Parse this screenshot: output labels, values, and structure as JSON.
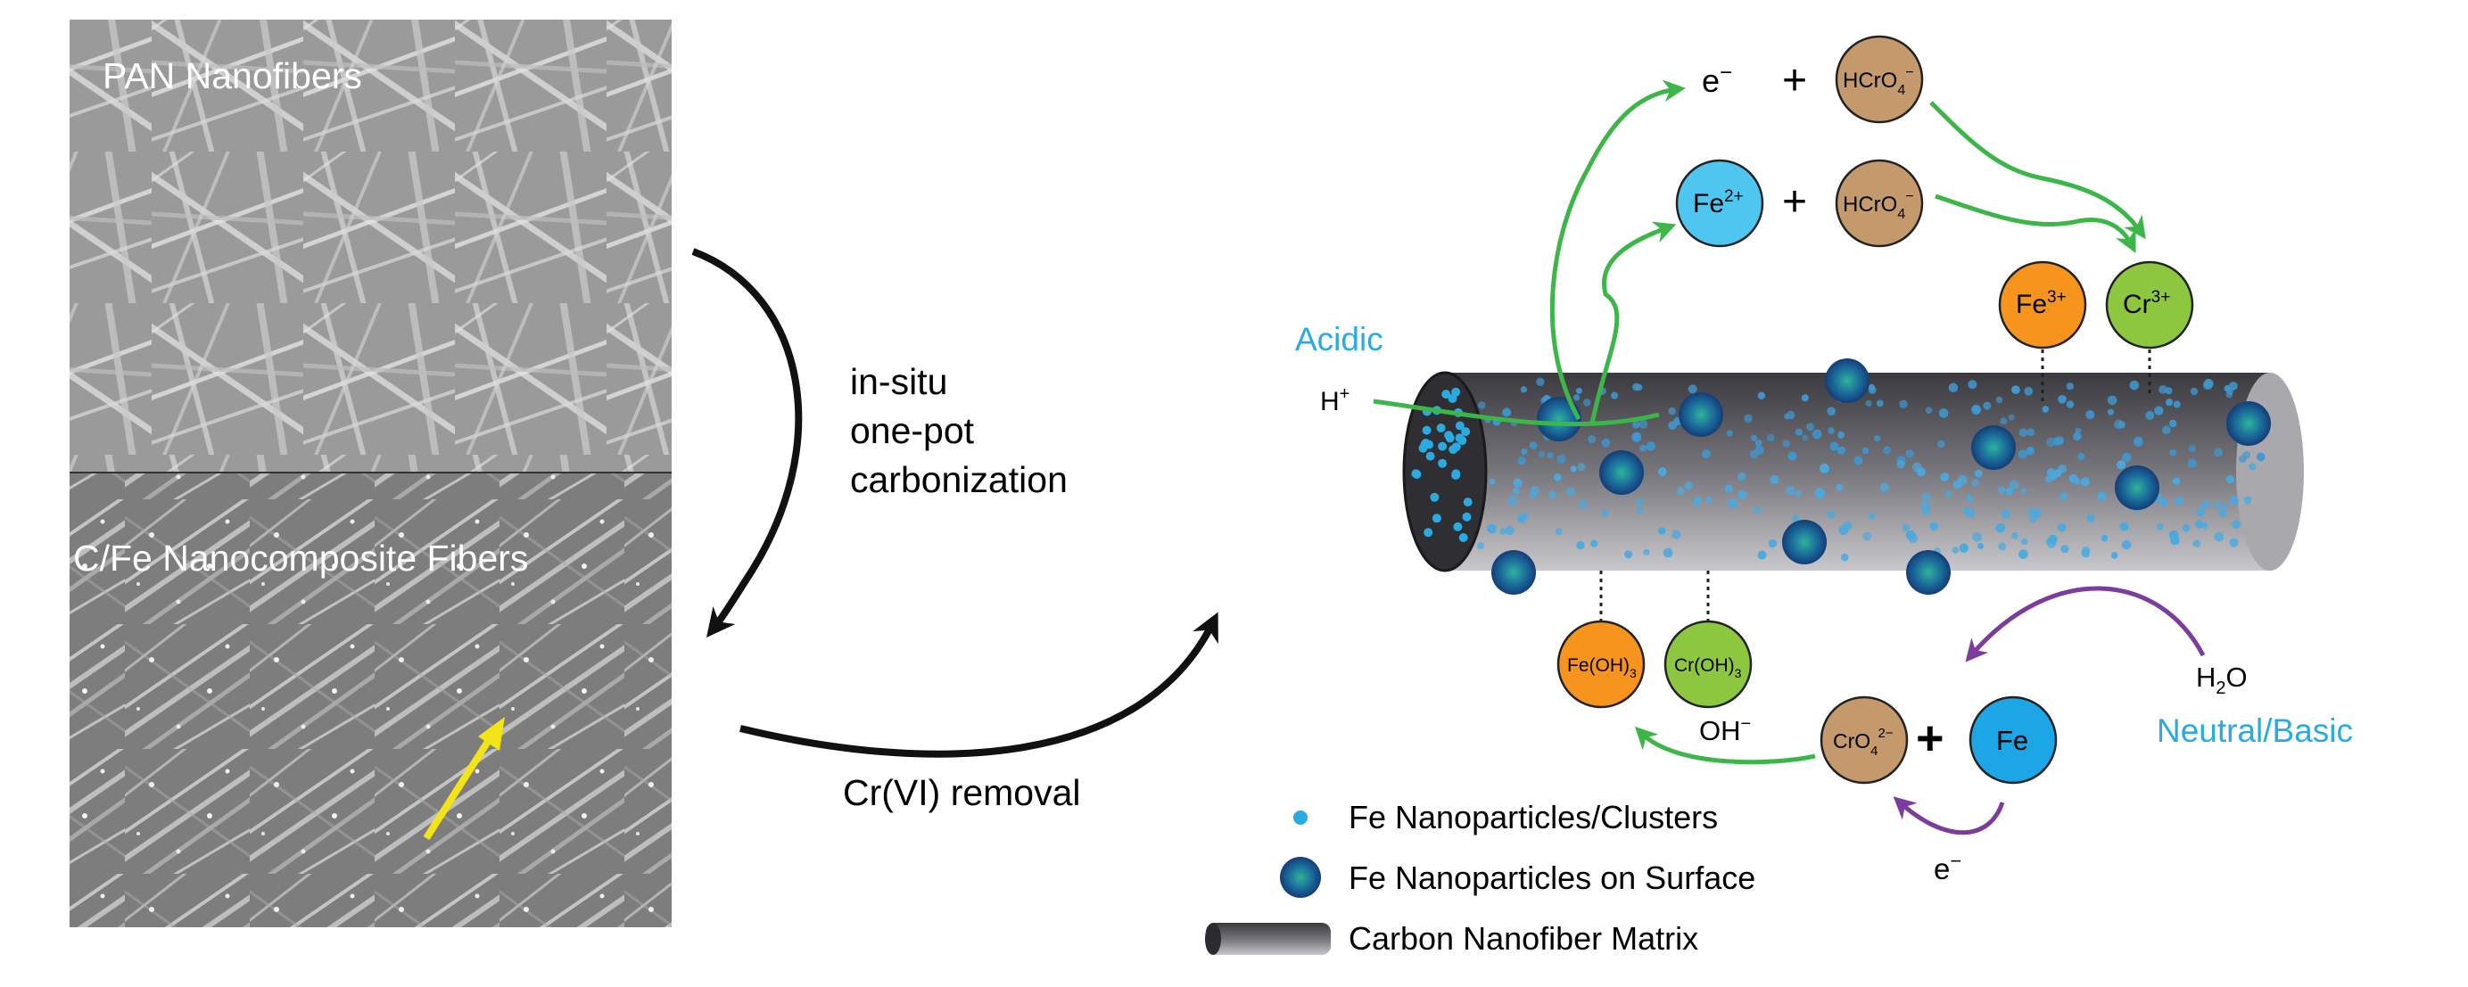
{
  "sem": {
    "top_label": "PAN Nanofibers",
    "bottom_label": "C/Fe Nanocomposite Fibers"
  },
  "process": {
    "line1": "in-situ",
    "line2": "one-pot",
    "line3": "carbonization",
    "removal": "Cr(VI) removal"
  },
  "acidic": {
    "label": "Acidic",
    "proton_base": "H",
    "proton_sup": "+",
    "electron_base": "e",
    "electron_sup": "−",
    "plus": "+",
    "fe2_base": "Fe",
    "fe2_sup": "2+",
    "hcro4_a": "HCrO",
    "hcro4_sub": "4",
    "hcro4_sup": "−",
    "fe3_base": "Fe",
    "fe3_sup": "3+",
    "cr3_base": "Cr",
    "cr3_sup": "3+"
  },
  "basic": {
    "label": "Neutral/Basic",
    "water_a": "H",
    "water_sub": "2",
    "water_b": "O",
    "hydroxide_base": "OH",
    "hydroxide_sup": "−",
    "feoh3_a": "Fe(OH)",
    "feoh3_sub": "3",
    "croh3_a": "Cr(OH)",
    "croh3_sub": "3",
    "cro4_a": "CrO",
    "cro4_sub": "4",
    "cro4_sup": "2−",
    "plus": "+",
    "fe": "Fe",
    "electron_base": "e",
    "electron_sup": "−"
  },
  "legend": {
    "clusters": "Fe Nanoparticles/Clusters",
    "surface": "Fe Nanoparticles on Surface",
    "matrix": "Carbon Nanofiber Matrix"
  },
  "colors": {
    "green_arrow": "#3cb649",
    "purple_arrow": "#7b3c9b",
    "cyan_label": "#29abe2",
    "fe2_fill": "#4fc6ef",
    "hcro4_fill": "#c49a6c",
    "fe3_fill": "#f7941d",
    "cr3_fill": "#8dc63f",
    "fe_fill": "#1ca6e6",
    "yellow_arrow": "#f3e417"
  }
}
